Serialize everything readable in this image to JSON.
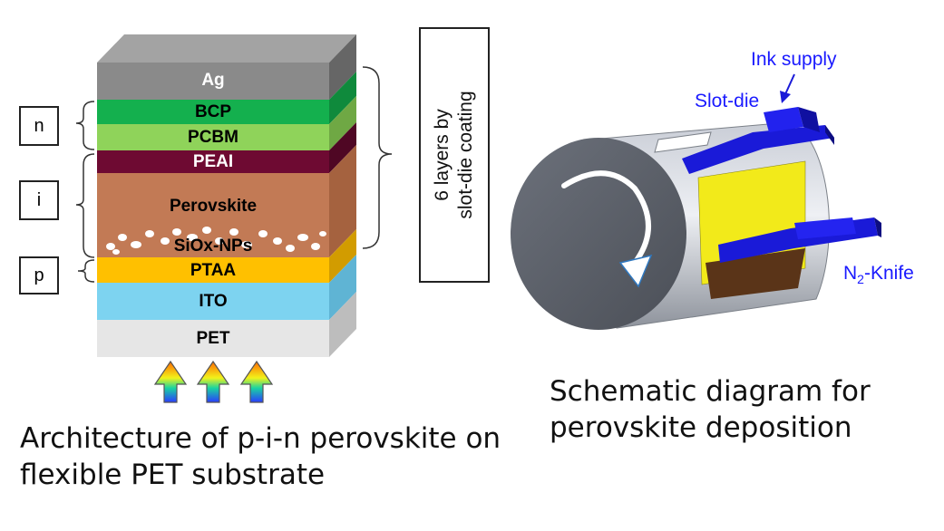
{
  "stack": {
    "layers": [
      {
        "name": "Ag",
        "color": "#8a8a8a"
      },
      {
        "name": "BCP",
        "color": "#14b04e"
      },
      {
        "name": "PCBM",
        "color": "#8fd35a"
      },
      {
        "name": "PEAI",
        "color": "#6e0a32"
      },
      {
        "name": "Perovskite",
        "color": "#c27a55"
      },
      {
        "name": "SiOx-NPs",
        "color": "#c27a55"
      },
      {
        "name": "PTAA",
        "color": "#ffc000"
      },
      {
        "name": "ITO",
        "color": "#7dd3f0"
      },
      {
        "name": "PET",
        "color": "#e6e6e6"
      }
    ],
    "region_labels": {
      "n": "n",
      "i": "i",
      "p": "p"
    }
  },
  "coating_note": {
    "line1": "6 layers by",
    "line2": "slot-die coating"
  },
  "schematic": {
    "ink_supply": "Ink supply",
    "slot_die": "Slot-die",
    "knife_prefix": "N",
    "knife_sub": "2",
    "knife_suffix": "-Knife"
  },
  "captions": {
    "left_line1": "Architecture of p-i-n perovskite on",
    "left_line2": "flexible PET substrate",
    "right_line1": "Schematic diagram for",
    "right_line2": "perovskite deposition"
  },
  "colors": {
    "accent_blue": "#1414d2",
    "coating_yellow": "#f2ea1a",
    "coating_brown": "#5a3418"
  }
}
